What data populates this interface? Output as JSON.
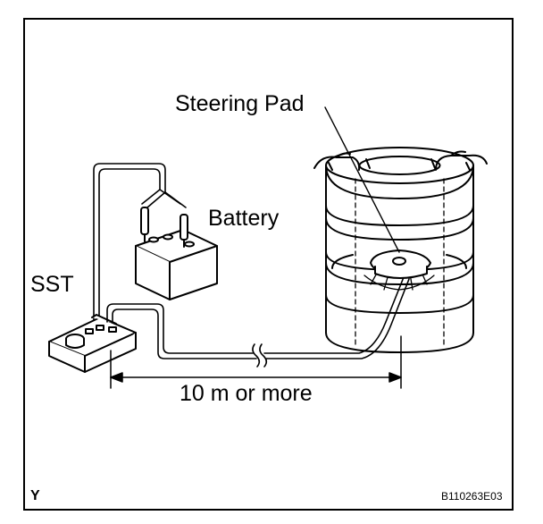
{
  "labels": {
    "steering_pad": "Steering Pad",
    "battery": "Battery",
    "sst": "SST",
    "distance": "10 m or more",
    "corner_mark": "Y",
    "figure_code": "B110263E03"
  },
  "icons": {
    "battery": "battery-icon",
    "sst_tool": "tester-icon",
    "tire_stack": "tire-stack-icon",
    "steering_pad": "steering-pad-icon"
  }
}
